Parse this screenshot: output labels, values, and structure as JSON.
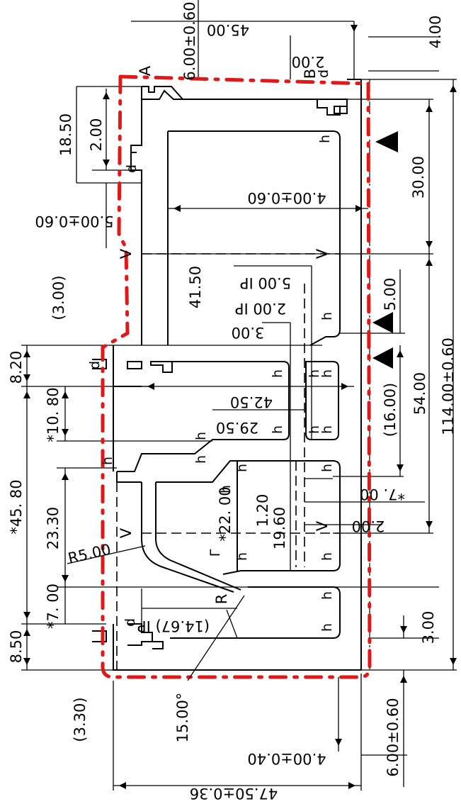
{
  "dimensions": {
    "d_45_00": "45.00",
    "d_6_00_060_top": "6.00±0.60",
    "d_4_00": "4.00",
    "d_2_00_top": "2.00",
    "d_18_50": "18.50",
    "d_2_00_left": "2.00",
    "d_30_00": "30.00",
    "d_4_00_060": "4.00±0.60",
    "d_5_00_060": "5.00±0.60",
    "d_41_50": "41.50",
    "d_3_00_paren": "(3.00)",
    "d_5_00_ip": "5.00 IP",
    "d_2_00_ip": "2.00 IP",
    "d_5_00_right": "5.00",
    "d_3_00_mid": "3.00",
    "d_8_20": "8.20",
    "d_114_00": "114.00±0.60",
    "d_10_80": "*10. 80",
    "d_42_50": "42.50",
    "d_54_00": "54.00",
    "d_29_50": "29.50",
    "d_16_00": "(16.00)",
    "d_45_80": "*45. 80",
    "d_23_30": "23.30",
    "d_1_20": "1.20",
    "d_7_00_right": "*7. 00",
    "d_22_00": "*22. 00",
    "d_19_60": "19.60",
    "d_2_00_right": "2.00",
    "d_R5": "R5.00",
    "d_7_00_left": "*7. 00",
    "d_14_67": "(14.67) IP",
    "d_8_50": "8.50",
    "d_3_00_right": "3.00",
    "d_3_30": "(3.30)",
    "d_15_deg": "15.00°",
    "d_4_00_040": "4.00±0.40",
    "d_6_00_060_bot": "6.00±0.60",
    "d_47_50": "47.50±0.36"
  },
  "markers": {
    "datum_A": "A",
    "datum_B": "B",
    "mark_p_top": "d",
    "mark_p_top2": "d",
    "mark_p_mid": "d",
    "mark_p_bot": "d",
    "mark_h": "h",
    "mark_v": "V",
    "mark_r": "R",
    "mark_gamma": "Γ"
  }
}
